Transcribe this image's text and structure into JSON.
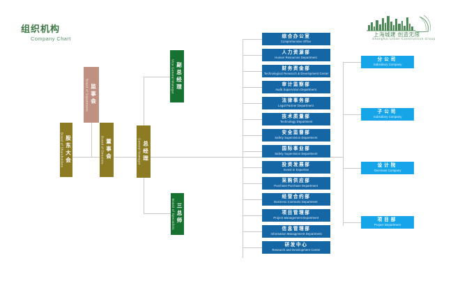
{
  "header": {
    "title_cn": "组织机构",
    "title_en": "Company Chart"
  },
  "logo": {
    "name": "company-skyline-logo",
    "tagline_cn": "上海城建 创造无限",
    "tagline_en": "Shanghai Urban Construction Group"
  },
  "colors": {
    "department": "#1566a5",
    "subsidiary": "#16a5e8",
    "gold": "#8d7b23",
    "mauve": "#c09182",
    "green": "#177232",
    "title_green": "#3f7a46",
    "connector": "#c9c9c9"
  },
  "governance": [
    {
      "cn": "股东大会",
      "en": "Board of Shareholders",
      "style": "gold"
    },
    {
      "cn": "监事会",
      "en": "Board of Supervisors",
      "style": "mauve"
    },
    {
      "cn": "董事会",
      "en": "Board of Directors",
      "style": "gold"
    },
    {
      "cn": "总经理",
      "en": "General Manager",
      "style": "gold"
    }
  ],
  "executives": [
    {
      "cn": "副总经理",
      "en": "Vice General Manager",
      "style": "green"
    },
    {
      "cn": "三总师",
      "en": "Board of Specialists",
      "style": "green"
    }
  ],
  "departments": [
    {
      "cn": "综合办公室",
      "en": "Comprehensive Office"
    },
    {
      "cn": "人力资源部",
      "en": "Human Resources Department"
    },
    {
      "cn": "财务资金部",
      "en": "Technological Research & Development Center"
    },
    {
      "cn": "审计监察部",
      "en": "Audit Supervision Department"
    },
    {
      "cn": "法律事务部",
      "en": "Legal Partner Department"
    },
    {
      "cn": "技术质量部",
      "en": "Technology Department"
    },
    {
      "cn": "安全监督部",
      "en": "Safety Supervision Department"
    },
    {
      "cn": "国际事业部",
      "en": "Safety Supervision Department"
    },
    {
      "cn": "投资发展部",
      "en": "Invest in Expertise"
    },
    {
      "cn": "采购供应部",
      "en": "Purchase Purchase Department"
    },
    {
      "cn": "经营合约部",
      "en": "Business Contracts Department"
    },
    {
      "cn": "项目管理部",
      "en": "Project Management Department"
    },
    {
      "cn": "信息管理部",
      "en": "Information Management Department"
    },
    {
      "cn": "研发中心",
      "en": "Research and Development Center"
    }
  ],
  "subsidiaries": [
    {
      "cn": "分公司",
      "en": "Subsidiary Company"
    },
    {
      "cn": "子公司",
      "en": "Subsidiary Company"
    },
    {
      "cn": "设计院",
      "en": "Overseas Company"
    },
    {
      "cn": "项目部",
      "en": "Project Department"
    }
  ]
}
